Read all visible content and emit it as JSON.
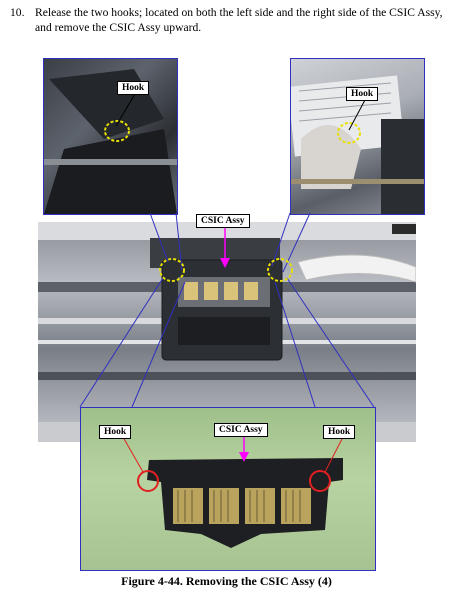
{
  "step": {
    "number": "10.",
    "text": "Release the two hooks; located on both the left side and the right side of the CSIC Assy, and remove the CSIC Assy upward."
  },
  "labels": {
    "hook_top_left": "Hook",
    "hook_top_right": "Hook",
    "csic_main": "CSIC Assy",
    "hook_bottom_left": "Hook",
    "csic_bottom": "CSIC Assy",
    "hook_bottom_right": "Hook"
  },
  "caption": "Figure 4-44. Removing the CSIC Assy (4)",
  "colors": {
    "frame_border": "#3030c0",
    "hook_circle": "#e8e000",
    "pointer": "#ff00ff",
    "hook_ring": "#e02020"
  }
}
